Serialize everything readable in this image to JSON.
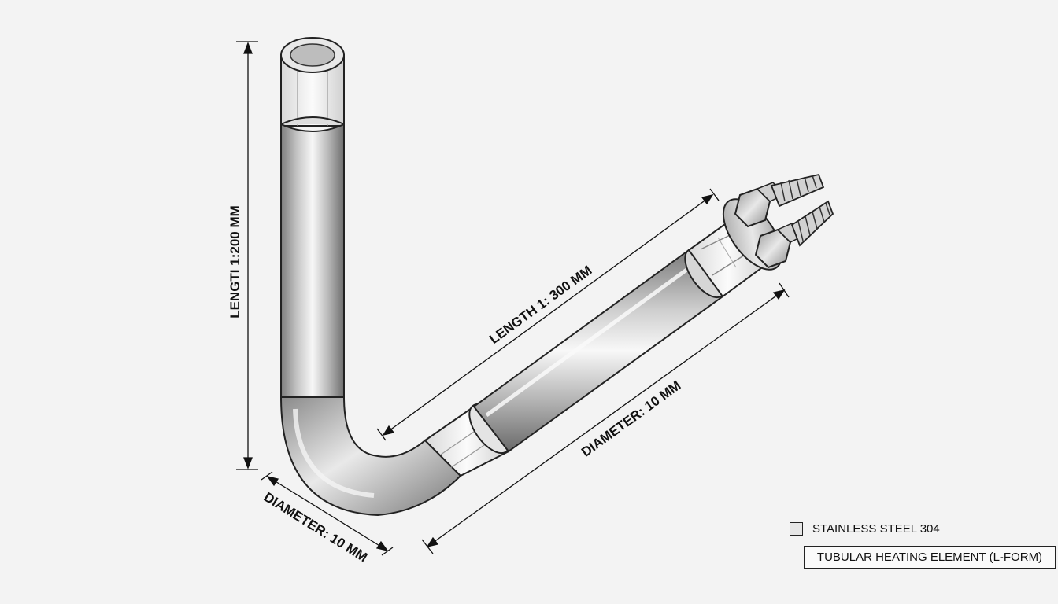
{
  "dimensions": {
    "vertical_length": "LENGTI 1:200 MM",
    "horizontal_length": "LENGTH 1: 300 MM",
    "diameter_bend": "DIAMETER: 10 MM",
    "diameter_long": "DIAMETER: 10 MM"
  },
  "legend": {
    "material": "STAINLESS STEEL 304"
  },
  "title_block": {
    "title": "TUBULAR HEATING ELEMENT (L-FORM)"
  }
}
